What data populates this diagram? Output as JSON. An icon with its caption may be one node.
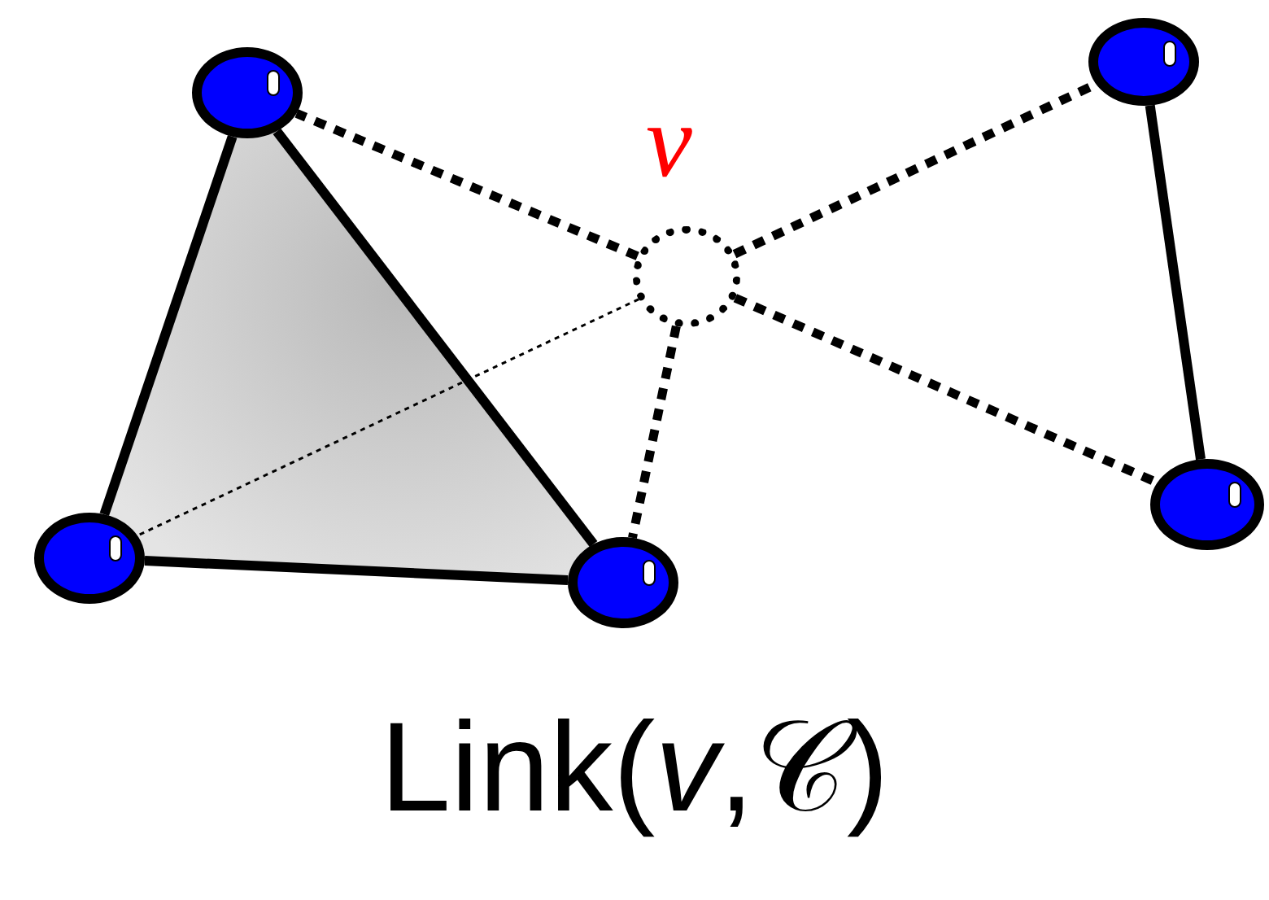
{
  "diagram": {
    "caption": "Link(*v*,𝒞)",
    "nodes": [
      {
        "text": [],
        "shape": "circle"
      },
      {
        "text": [],
        "shape": "circle"
      },
      {
        "text": [],
        "shape": "circle",
        "beside": [
          "v"
        ]
      },
      {
        "text": [],
        "shape": "circle"
      },
      {
        "text": [],
        "shape": "circle"
      },
      {
        "text": [],
        "shape": "circle"
      }
    ],
    "edges": [
      {
        "from": 2,
        "to": 0,
        "arrow": "none",
        "style": "dashed"
      },
      {
        "from": 2,
        "to": 1,
        "arrow": "none",
        "style": "dashed"
      },
      {
        "from": 2,
        "to": 3,
        "arrow": "none",
        "style": "dashed"
      },
      {
        "from": 2,
        "to": 5,
        "arrow": "none",
        "style": "dashed"
      },
      {
        "from": 2,
        "to": 4,
        "arrow": "none",
        "style": "dashed"
      },
      {
        "from": 0,
        "to": 4,
        "arrow": "none"
      },
      {
        "from": 0,
        "to": 5,
        "arrow": "none"
      },
      {
        "from": 4,
        "to": 5,
        "arrow": "none"
      },
      {
        "from": 1,
        "to": 3,
        "arrow": "none"
      }
    ]
  }
}
